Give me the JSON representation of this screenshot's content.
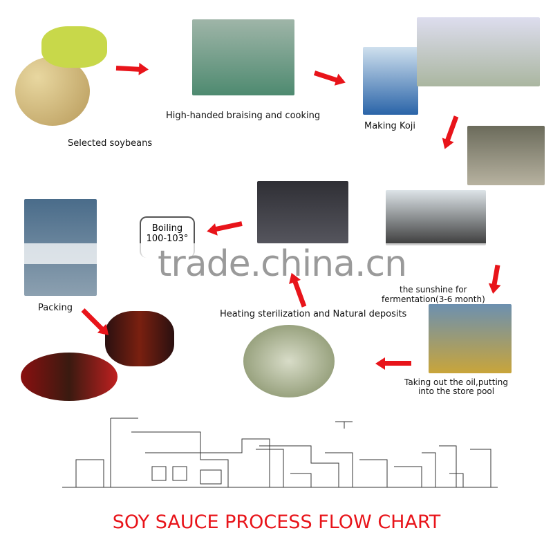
{
  "title": "SOY SAUCE PROCESS FLOW CHART",
  "watermark": "trade.china.cn",
  "steps": {
    "soybeans": "Selected soybeans",
    "cooking": "High-handed braising and cooking",
    "koji": "Making Koji",
    "sunshine": "the sunshine for",
    "sunshine2": "fermentation(3-6 month)",
    "oil": "Taking out the oil,putting",
    "oil2": "into the store pool",
    "heating": "Heating sterilization and Natural deposits",
    "boiling": "Boiling",
    "boiling_temp": "100-103°",
    "packing": "Packing"
  },
  "colors": {
    "accent": "#e8141a"
  }
}
